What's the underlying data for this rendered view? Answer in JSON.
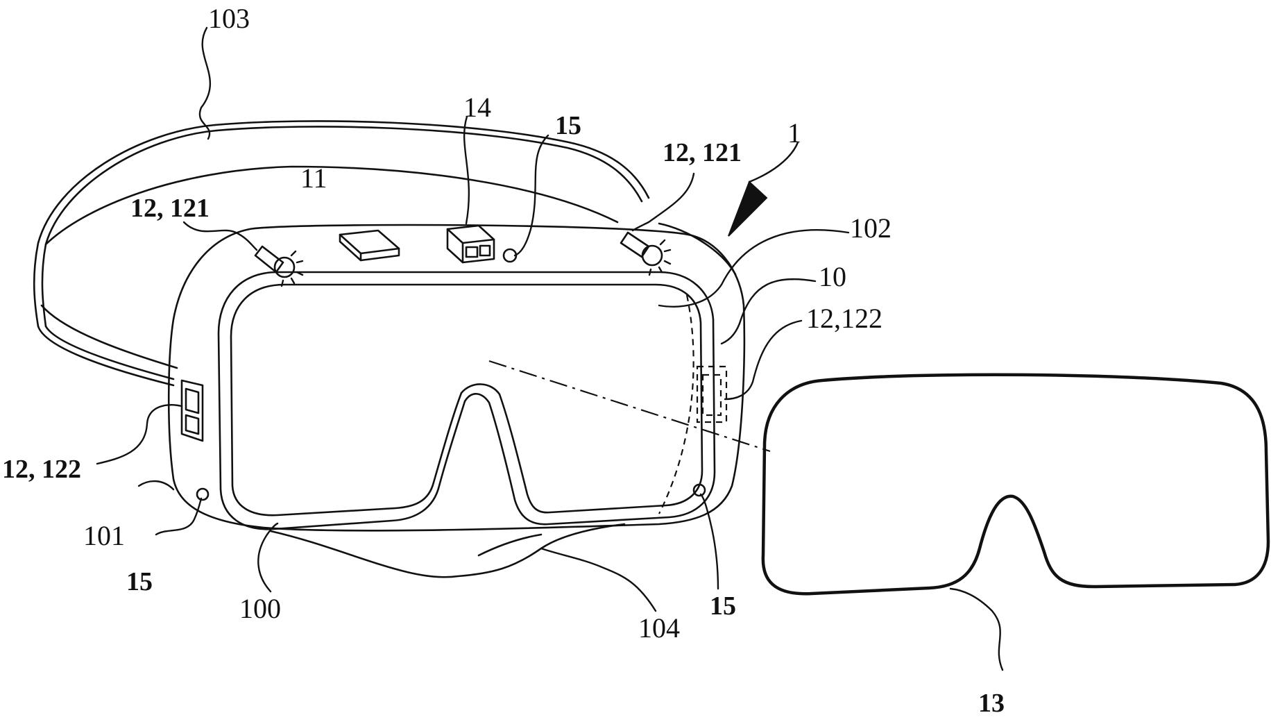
{
  "labels": {
    "l103": "103",
    "l14": "14",
    "l15_top": "15",
    "l12_121_right": "12, 121",
    "l1": "1",
    "l11": "11",
    "l12_121_left": "12, 121",
    "l102": "102",
    "l10": "10",
    "l12_122_right": "12,122",
    "l12_122_left": "12, 122",
    "l101": "101",
    "l15_left": "15",
    "l100": "100",
    "l104": "104",
    "l15_right": "15",
    "l13": "13"
  }
}
